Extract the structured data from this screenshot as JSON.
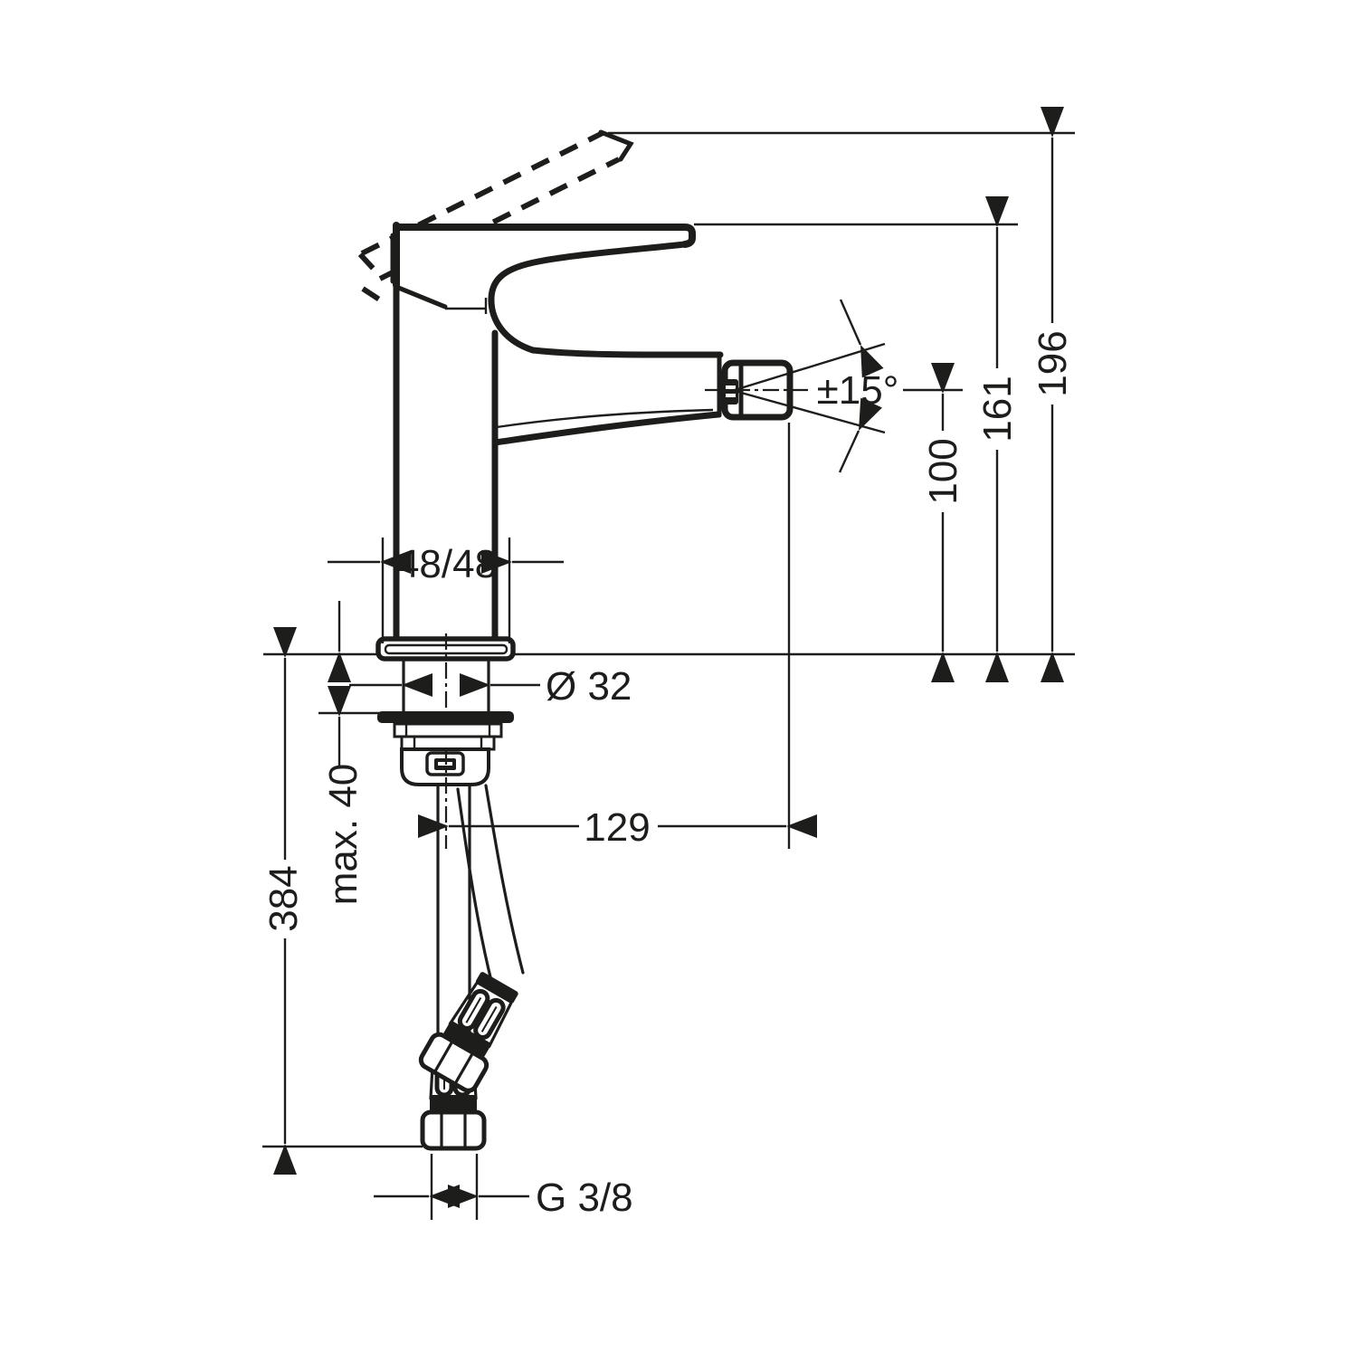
{
  "drawing": {
    "type": "technical-dimension-drawing",
    "subject": "single-lever bidet mixer faucet, side elevation",
    "background_color": "#ffffff",
    "line_color": "#1d1d1b",
    "dimensions": {
      "total_height": "196",
      "height_to_lever_top": "161",
      "spout_outlet_height": "100",
      "base_footprint": "48/48",
      "tap_hole_diameter": "Ø 32",
      "max_mounting_thickness": "max. 40",
      "overall_depth_below_deck": "384",
      "spout_reach": "129",
      "hose_connection_thread": "G 3/8",
      "spout_swivel_angle": "±15°"
    }
  }
}
